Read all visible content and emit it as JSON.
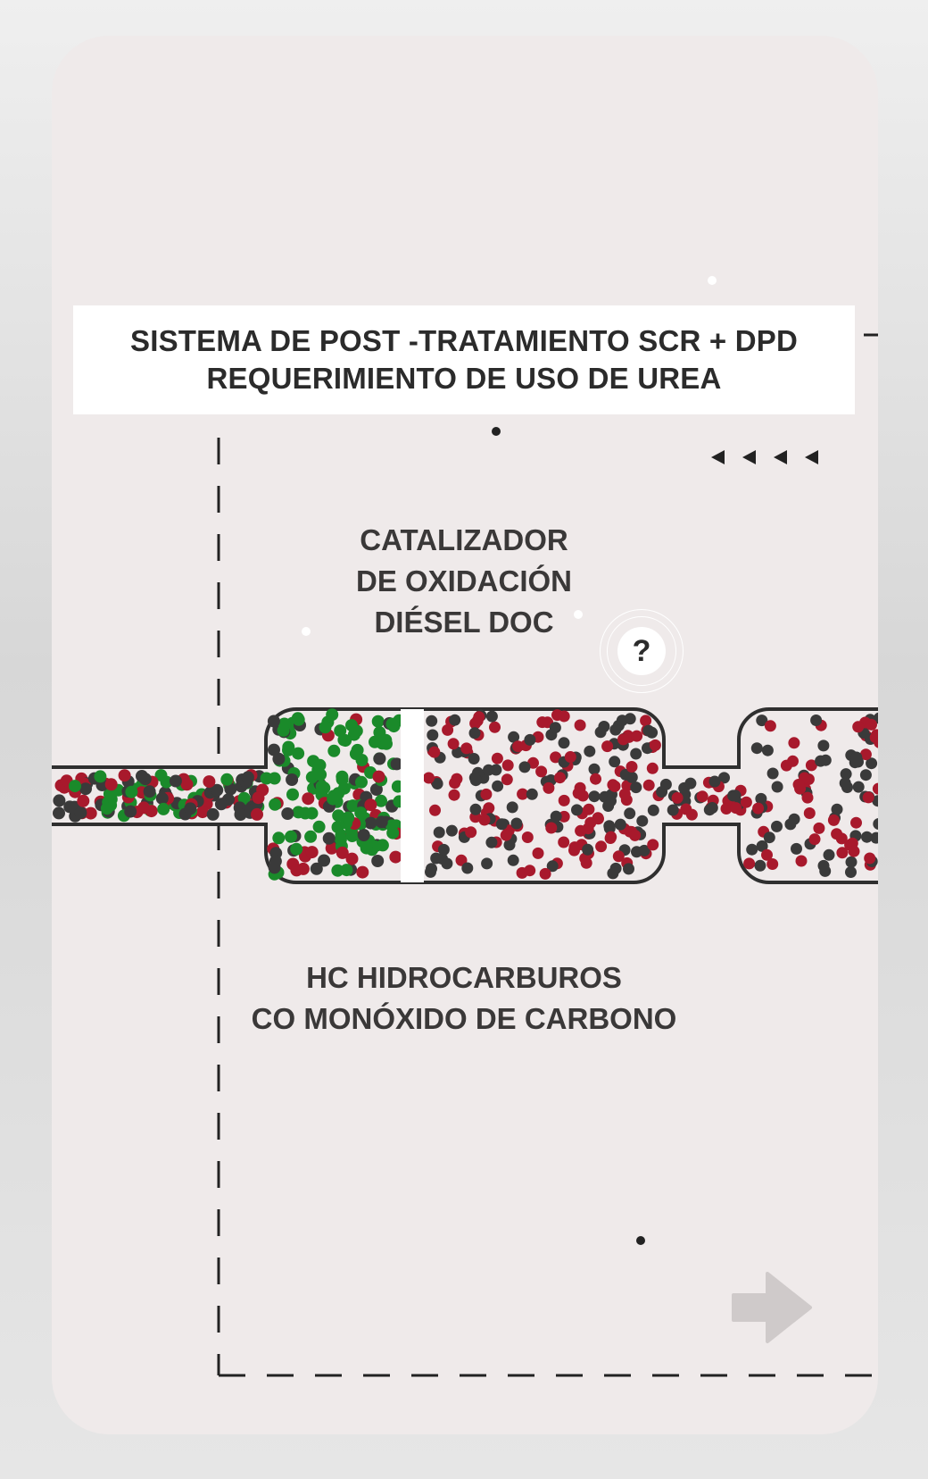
{
  "title": {
    "line1": "SISTEMA DE POST -TRATAMIENTO SCR + DPD",
    "line2": "REQUERIMIENTO DE USO DE UREA"
  },
  "doc_label": {
    "line1": "CATALIZADOR",
    "line2": "DE OXIDACIÓN",
    "line3": "DIÉSEL DOC"
  },
  "gas_label": {
    "line1": "HC HIDROCARBUROS",
    "line2": "CO MONÓXIDO DE CARBONO"
  },
  "help_button": {
    "label": "?"
  },
  "icons": {
    "help": "question-icon",
    "next": "arrow-right-icon",
    "flow": "triangle-left-icons"
  },
  "colors": {
    "card_background": "#efeaea",
    "particle_red": "#a8192c",
    "particle_dark": "#3a3a3a",
    "particle_green": "#1a8a2a",
    "outline": "#2f2f2f",
    "arrow": "#cfcaca"
  }
}
